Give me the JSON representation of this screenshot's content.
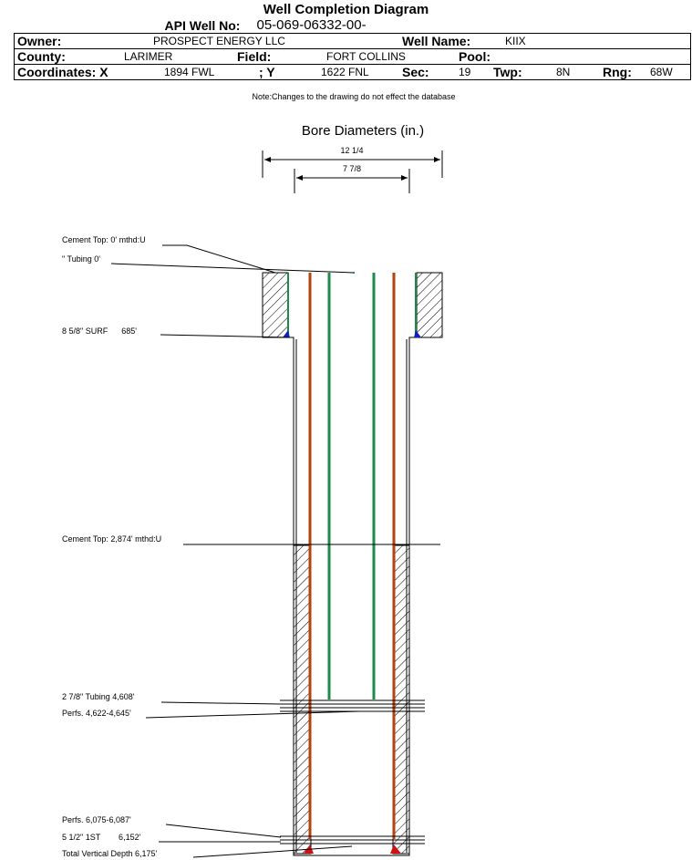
{
  "title": "Well Completion Diagram",
  "header": {
    "api_label": "API Well No:",
    "api_value": "05-069-06332-00-",
    "owner_label": "Owner:",
    "owner_value": "PROSPECT ENERGY LLC",
    "well_name_label": "Well Name:",
    "well_name_value": "KIIX",
    "county_label": "County:",
    "county_value": "LARIMER",
    "field_label": "Field:",
    "field_value": "FORT COLLINS",
    "pool_label": "Pool:",
    "pool_value": "",
    "coord_x_label": "Coordinates: X",
    "coord_x_value": "1894 FWL",
    "coord_y_label": "; Y",
    "coord_y_value": "1622 FNL",
    "sec_label": "Sec:",
    "sec_value": "19",
    "twp_label": "Twp:",
    "twp_value": "8N",
    "rng_label": "Rng:",
    "rng_value": "68W"
  },
  "note": "Note:Changes to the drawing do not effect the database",
  "bore": {
    "title": "Bore Diameters (in.)",
    "outer_label": "12 1/4",
    "inner_label": "7 7/8"
  },
  "labels": {
    "cement_top_1": "Cement Top: 0' mthd:U",
    "tubing_top": "\" Tubing 0'",
    "surf_casing": "8 5/8\" SURF      685'",
    "cement_top_2": "Cement Top: 2,874' mthd:U",
    "tubing_bottom": "2 7/8\" Tubing 4,608'",
    "perfs_1": "Perfs. 4,622-4,645'",
    "perfs_2": "Perfs. 6,075-6,087'",
    "long_string": "5 1/2\" 1ST        6,152'",
    "total_depth": "Total Vertical Depth 6,175'"
  },
  "colors": {
    "casing": "#B5420F",
    "tubing": "#1B8C4B",
    "shoe": "#1020C0",
    "shoe_bottom": "#D01010"
  }
}
